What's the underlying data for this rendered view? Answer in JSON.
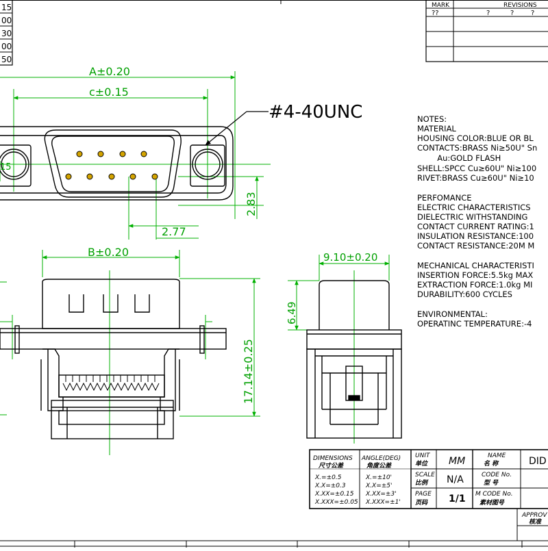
{
  "dims_table": [
    "15",
    "00",
    "30",
    "00",
    "50"
  ],
  "revisions": {
    "mark_header": "MARK",
    "revisions_header": "REVISIONS",
    "mark_value": "??",
    "revision_marks": [
      "?",
      "?",
      "?"
    ]
  },
  "front_view": {
    "dim_a": "A±0.20",
    "dim_c": "c±0.15",
    "screw_label": "#4-40UNC",
    "dim_283": "2.83",
    "dim_277": "2.77",
    "dim_15": "15"
  },
  "bottom_view": {
    "dim_b": "B±0.20",
    "dim_height": "17.14±0.25"
  },
  "side_view": {
    "dim_width": "9.10±0.20",
    "dim_649": "6.49"
  },
  "notes": {
    "title": "NOTES:",
    "material_lines": [
      "MATERIAL",
      "HOUSING COLOR:BLUE OR BL",
      "CONTACTS:BRASS Ni≥50U\" Sn",
      "        Au:GOLD FLASH",
      "SHELL:SPCC Cu≥60U\" Ni≥100",
      "RIVET:BRASS Cu≥60U\" Ni≥10"
    ],
    "performance_lines": [
      "PERFOMANCE",
      "ELECTRIC CHARACTERISTICS",
      "DIELECTRIC WITHSTANDING",
      "CONTACT CURRENT RATING:1",
      "INSULATION RESISTANCE:100",
      "CONTACT RESISTANCE:20M M"
    ],
    "mechanical_lines": [
      "MECHANICAL CHARACTERISTI",
      "INSERTION FORCE:5.5kg MAX",
      "EXTRACTION FORCE:1.0kg MI",
      "DURABILITY:600 CYCLES"
    ],
    "environmental_lines": [
      "ENVIRONMENTAL:",
      "OPERATINC TEMPERATURE:-4"
    ]
  },
  "title_block": {
    "dimensions_label": "DIMENSIONS",
    "dimensions_cn": "尺寸公差",
    "angle_label": "ANGLE(DEG)",
    "angle_cn": "角度公差",
    "tolerances": [
      [
        "X.=±0.5",
        "X.=±10'"
      ],
      [
        "X.X=±0.3",
        "X.X=±5'"
      ],
      [
        "X.XX=±0.15",
        "X.XX=±3'"
      ],
      [
        "X.XXX=±0.05",
        "X.XXX=±1'"
      ]
    ],
    "unit_label": "UNIT",
    "unit_cn": "单位",
    "unit_value": "MM",
    "scale_label": "SCALE",
    "scale_cn": "比例",
    "scale_value": "N/A",
    "page_label": "PAGE",
    "page_cn": "页码",
    "page_value": "1/1",
    "name_label": "NAME",
    "name_cn": "名  称",
    "name_value": "DID",
    "code_label": "CODE No.",
    "code_cn": "型  号",
    "mcode_label": "M CODE No.",
    "mcode_cn": "素材图号",
    "approve_label": "APPROV",
    "approve_cn": "核准"
  }
}
